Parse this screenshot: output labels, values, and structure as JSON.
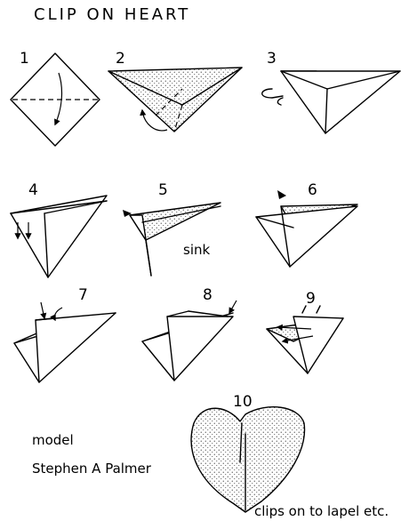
{
  "title": "CLIP ON HEART",
  "steps": {
    "s1": "1",
    "s2": "2",
    "s3": "3",
    "s4": "4",
    "s5": "5",
    "s6": "6",
    "s7": "7",
    "s8": "8",
    "s9": "9",
    "s10": "10"
  },
  "annotations": {
    "sink": "sink",
    "clips_note": "clips on to lapel etc."
  },
  "credit": {
    "label": "model",
    "author": "Stephen A Palmer"
  }
}
